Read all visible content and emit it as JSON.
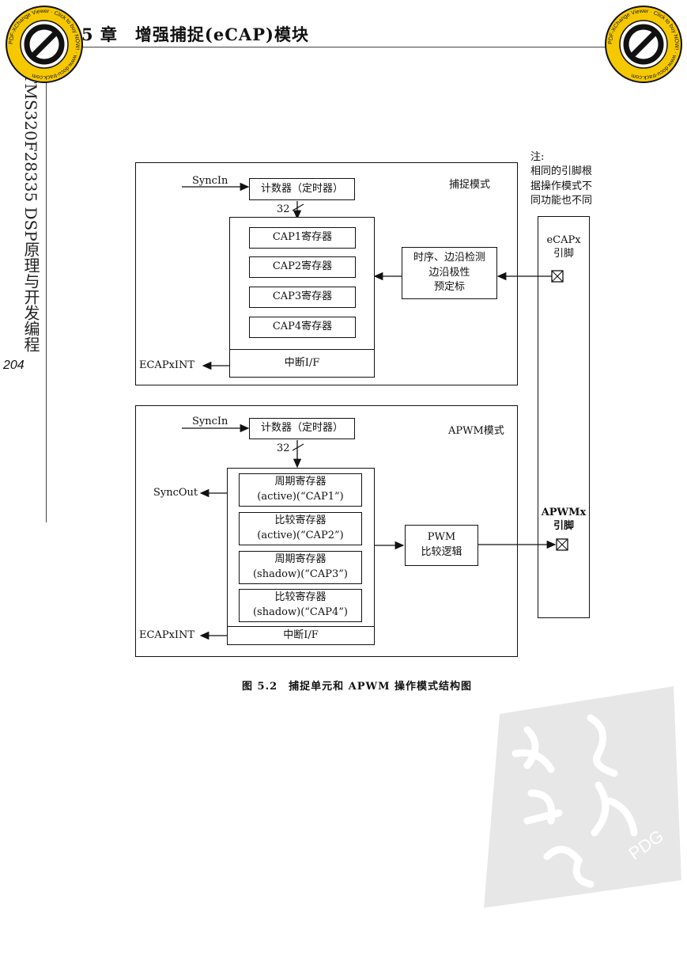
{
  "header": {
    "chapter_title": "5 章　增强捕捉(eCAP)模块",
    "book_title": "TMS320F28335 DSP原理与开发编程",
    "page_number": "204"
  },
  "watermark": {
    "badge_text": "PDF-XChange Viewer · Click to buy NOW! · www.docu-track.com",
    "seal_text": "PDG"
  },
  "figure": {
    "caption": "图 5.2　捕捉单元和 APWM 操作模式结构图",
    "note": [
      "注:",
      "相同的引脚根",
      "据操作模式不",
      "同功能也不同"
    ],
    "capture_mode": {
      "mode_label": "捕捉模式",
      "syncin": "SyncIn",
      "counter": "计数器（定时器）",
      "bus_width": "32",
      "registers": [
        "CAP1寄存器",
        "CAP2寄存器",
        "CAP3寄存器",
        "CAP4寄存器"
      ],
      "interrupt": "中断I/F",
      "int_output": "ECAPxINT",
      "edge_logic": [
        "时序、边沿检测",
        "边沿极性",
        "预定标"
      ],
      "pin_label": [
        "eCAPx",
        "引脚"
      ]
    },
    "apwm_mode": {
      "mode_label": "APWM模式",
      "syncin": "SyncIn",
      "syncout": "SyncOut",
      "counter": "计数器（定时器）",
      "bus_width": "32",
      "registers": [
        {
          "line1": "周期寄存器",
          "line2": "(active)(“CAP1”)"
        },
        {
          "line1": "比较寄存器",
          "line2": "(active)(“CAP2”)"
        },
        {
          "line1": "周期寄存器",
          "line2": "(shadow)(“CAP3”)"
        },
        {
          "line1": "比较寄存器",
          "line2": "(shadow)(“CAP4”)"
        }
      ],
      "interrupt": "中断I/F",
      "int_output": "ECAPxINT",
      "pwm_logic": [
        "PWM",
        "比较逻辑"
      ],
      "pin_label": [
        "APWMx",
        "引脚"
      ]
    }
  }
}
